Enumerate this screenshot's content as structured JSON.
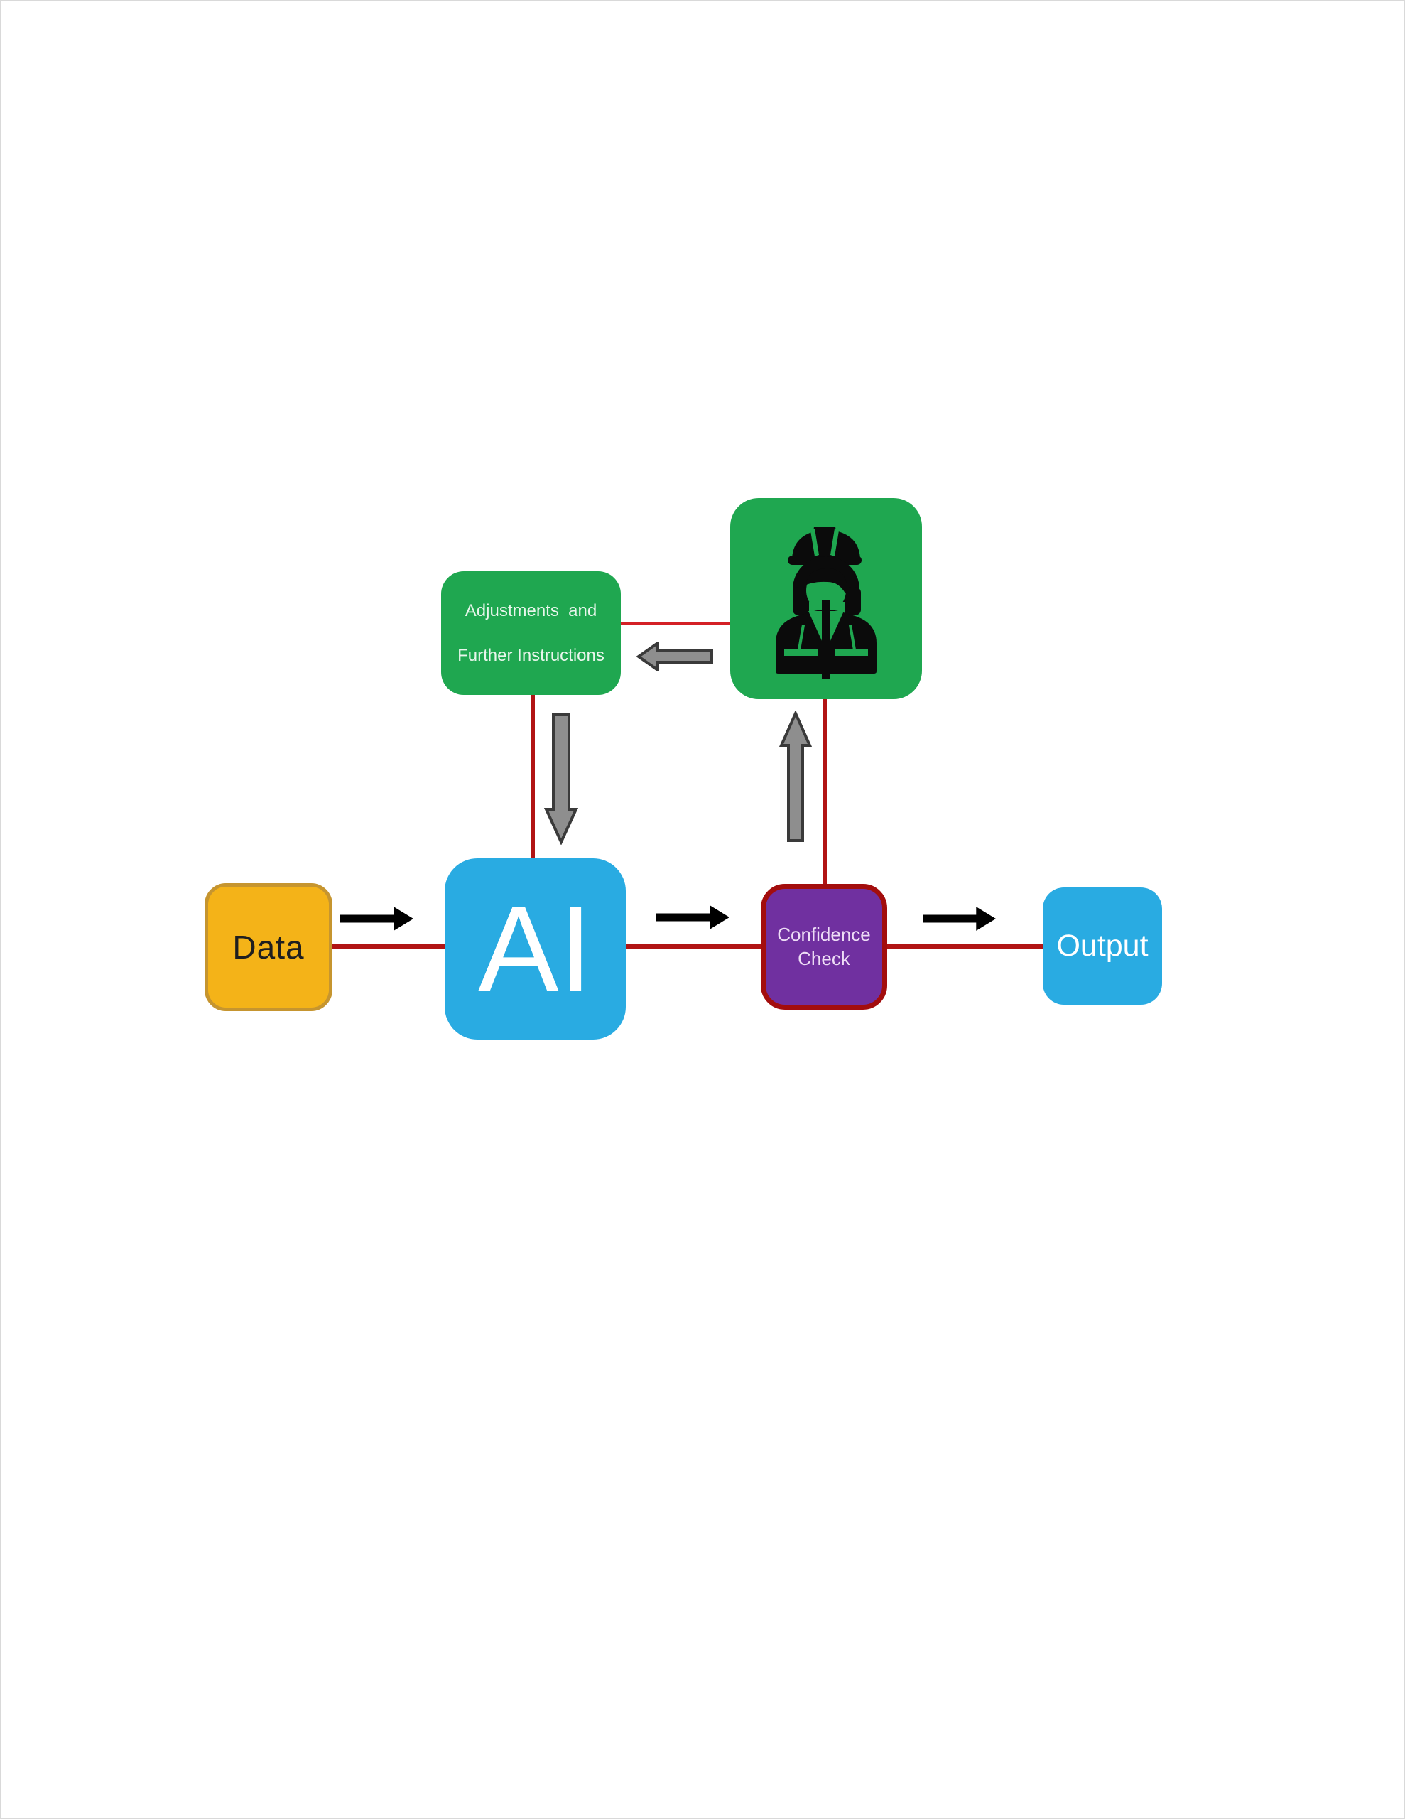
{
  "diagram": {
    "nodes": {
      "data": {
        "label": "Data",
        "fill": "#F4B318",
        "border": "#C6952F",
        "text_color": "#1F1F1F"
      },
      "ai": {
        "label": "AI",
        "fill": "#29ABE2",
        "text_color": "#FFFFFF"
      },
      "adjustments": {
        "line1": "Adjustments  and",
        "line2": "Further Instructions",
        "fill": "#1FA750",
        "text_color": "#E9F6EC"
      },
      "human_reviewer": {
        "icon": "female-construction-worker-icon",
        "fill": "#1FA750",
        "icon_color": "#0B0B0B"
      },
      "confidence_check": {
        "line1": "Confidence",
        "line2": "Check",
        "fill": "#7030A0",
        "border": "#A30D0D",
        "text_color": "#EEDDF6"
      },
      "output": {
        "label": "Output",
        "fill": "#29ABE2",
        "text_color": "#FFFFFF"
      }
    },
    "connectors": {
      "red_line": "#B11414",
      "red_line_top": "#D42026",
      "black_arrow": "#000000",
      "gray_arrow_fill": "#8E8E8E",
      "gray_arrow_stroke": "#3A3A3A"
    }
  }
}
